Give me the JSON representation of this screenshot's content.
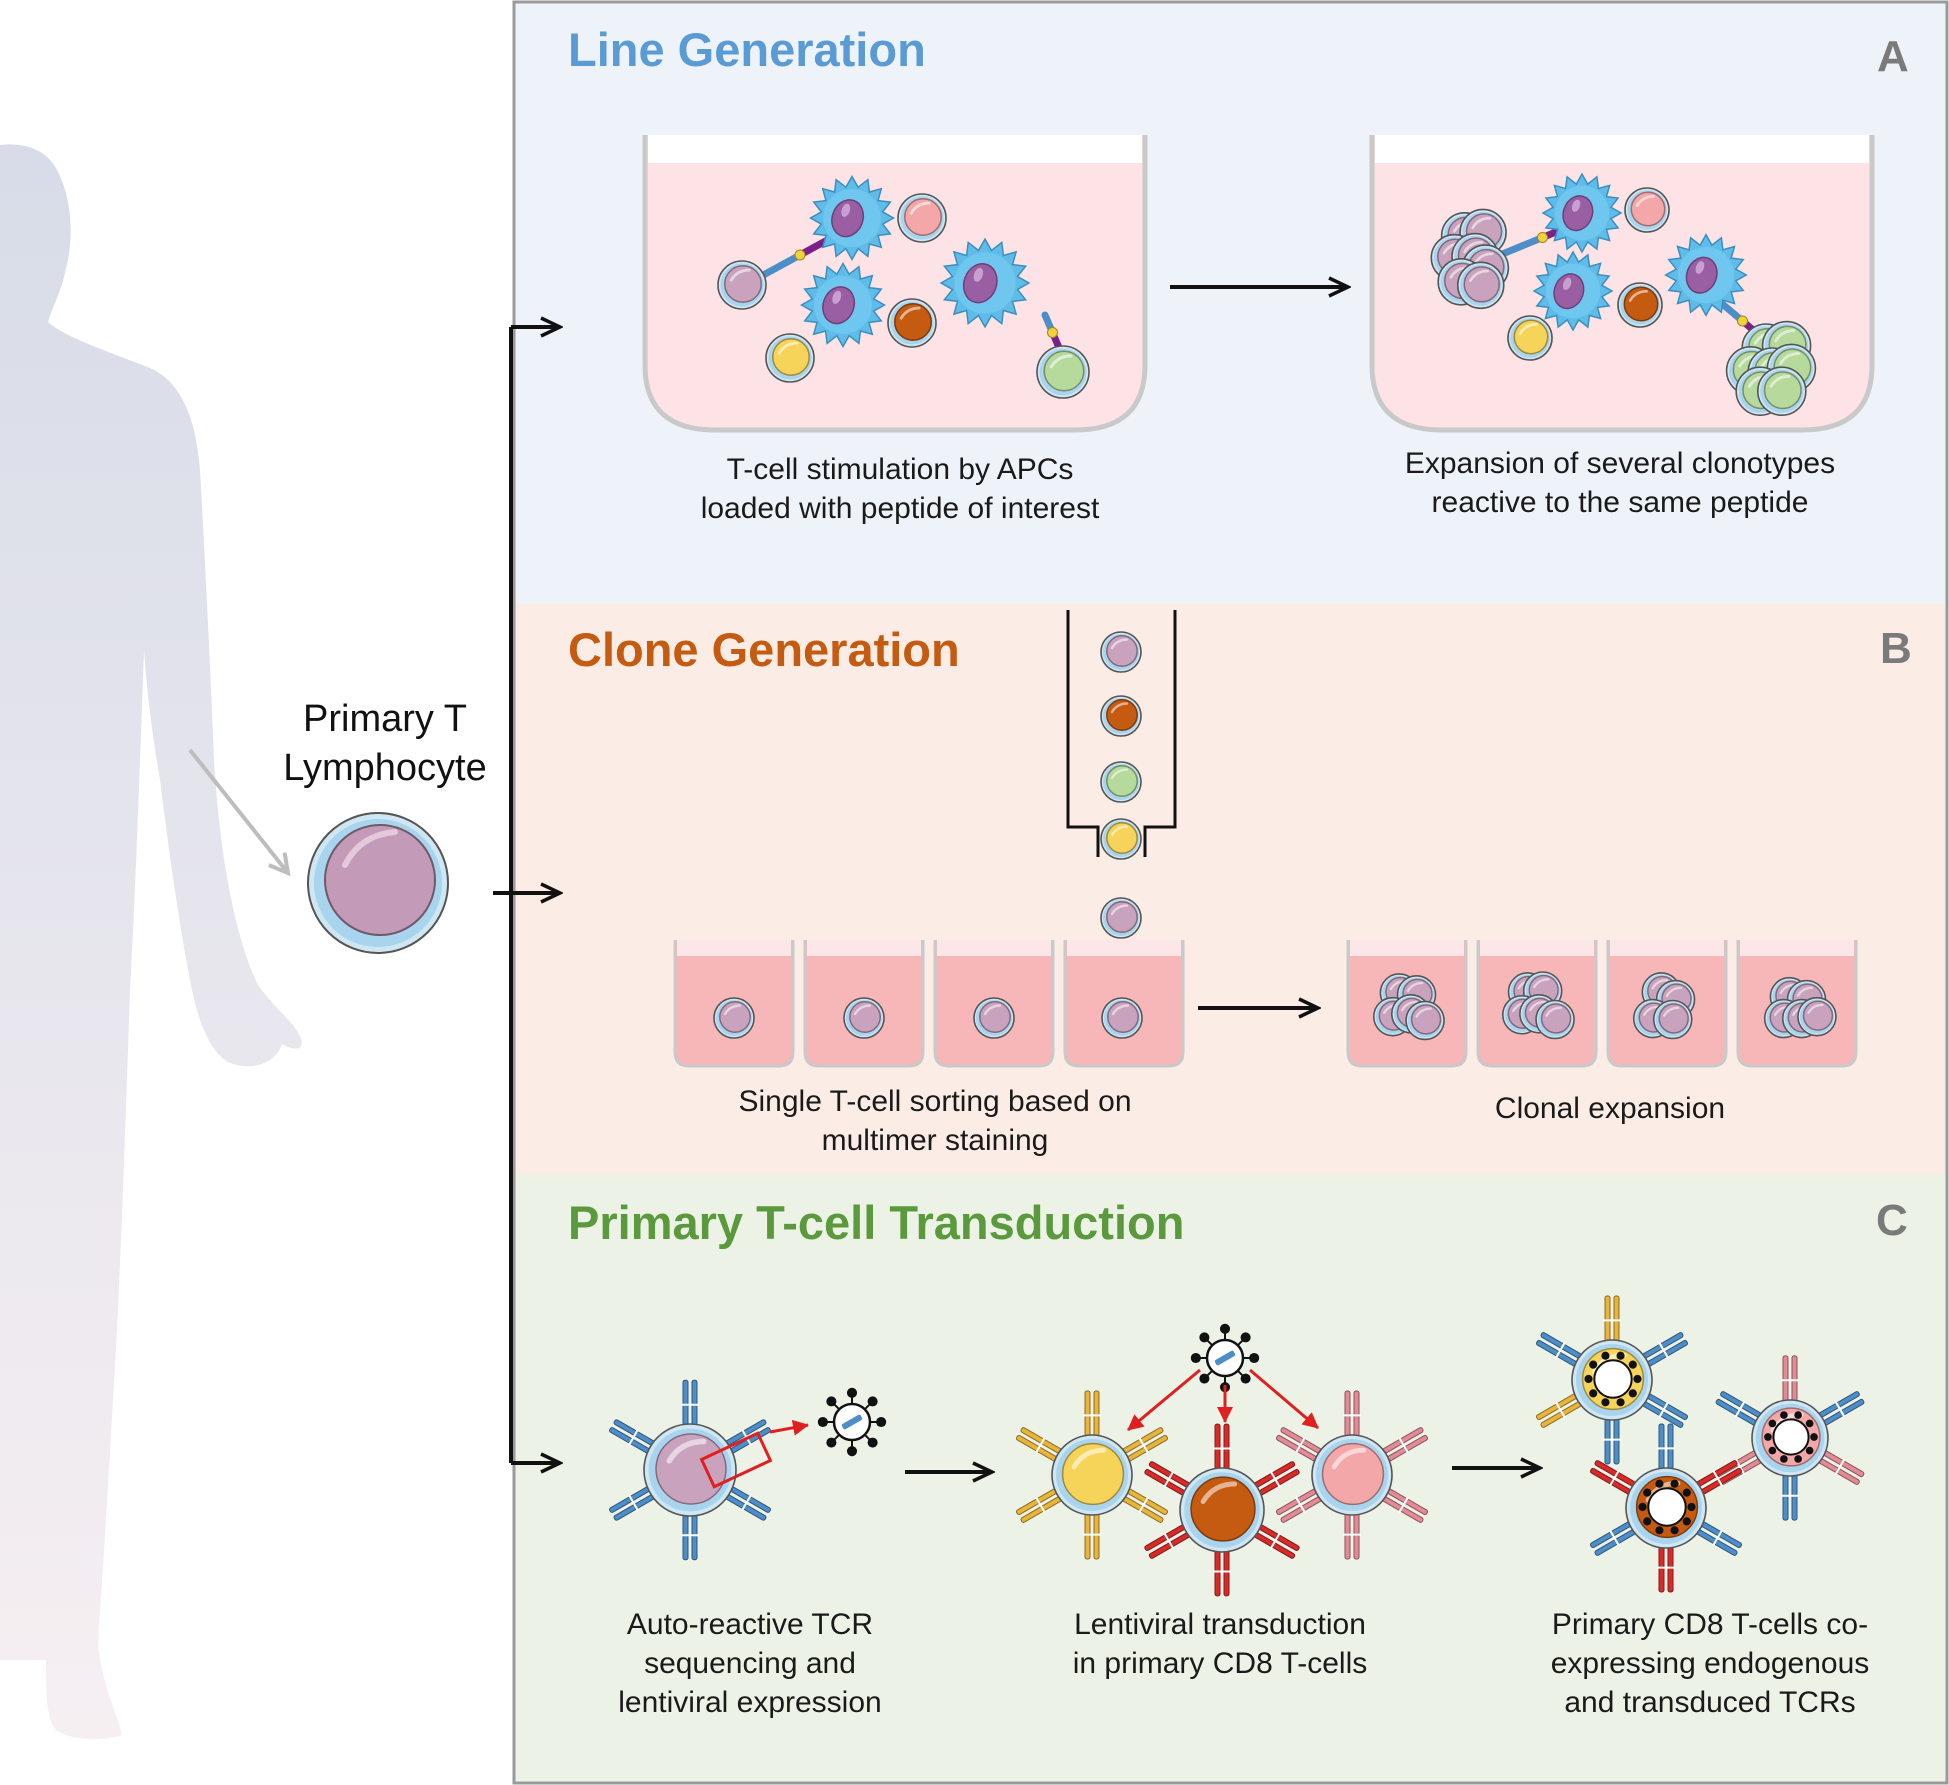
{
  "source": {
    "label_lines": [
      "Primary T",
      "Lymphocyte"
    ]
  },
  "panels": {
    "a": {
      "title": "Line Generation",
      "letter": "A",
      "title_color": "#5b9bd5",
      "bg_color": "#eef3fa",
      "steps": [
        {
          "caption_lines": [
            "T-cell stimulation by APCs",
            "loaded with peptide of interest"
          ]
        },
        {
          "caption_lines": [
            "Expansion of several clonotypes",
            "reactive to the same peptide"
          ]
        }
      ]
    },
    "b": {
      "title": "Clone Generation",
      "letter": "B",
      "title_color": "#c55a11",
      "bg_color": "#fbede6",
      "steps": [
        {
          "caption_lines": [
            "Single T-cell sorting based on",
            "multimer staining"
          ]
        },
        {
          "caption_lines": [
            "Clonal expansion"
          ]
        }
      ]
    },
    "c": {
      "title": "Primary T-cell Transduction",
      "letter": "C",
      "title_color": "#5a9a3c",
      "bg_color": "#edf2e7",
      "steps": [
        {
          "caption_lines": [
            "Auto-reactive TCR",
            "sequencing and",
            "lentiviral expression"
          ]
        },
        {
          "caption_lines": [
            "Lentiviral transduction",
            "in primary CD8 T-cells"
          ]
        },
        {
          "caption_lines": [
            "Primary CD8 T-cells co-",
            "expressing endogenous",
            "and transduced TCRs"
          ]
        }
      ]
    }
  },
  "colors": {
    "t_cell_purple": "#c9a3bd",
    "apc_blue": "#5fbce8",
    "cell_orange": "#c55a11",
    "cell_yellow": "#f6d45a",
    "cell_green": "#b6d99c",
    "cell_pink": "#f3a7a8",
    "arrow_red": "#e02020",
    "tcr_blue": "#4d8ec9",
    "tcr_yellow": "#e8b43a",
    "tcr_red": "#d92a2a",
    "tcr_pink": "#e48a96"
  }
}
